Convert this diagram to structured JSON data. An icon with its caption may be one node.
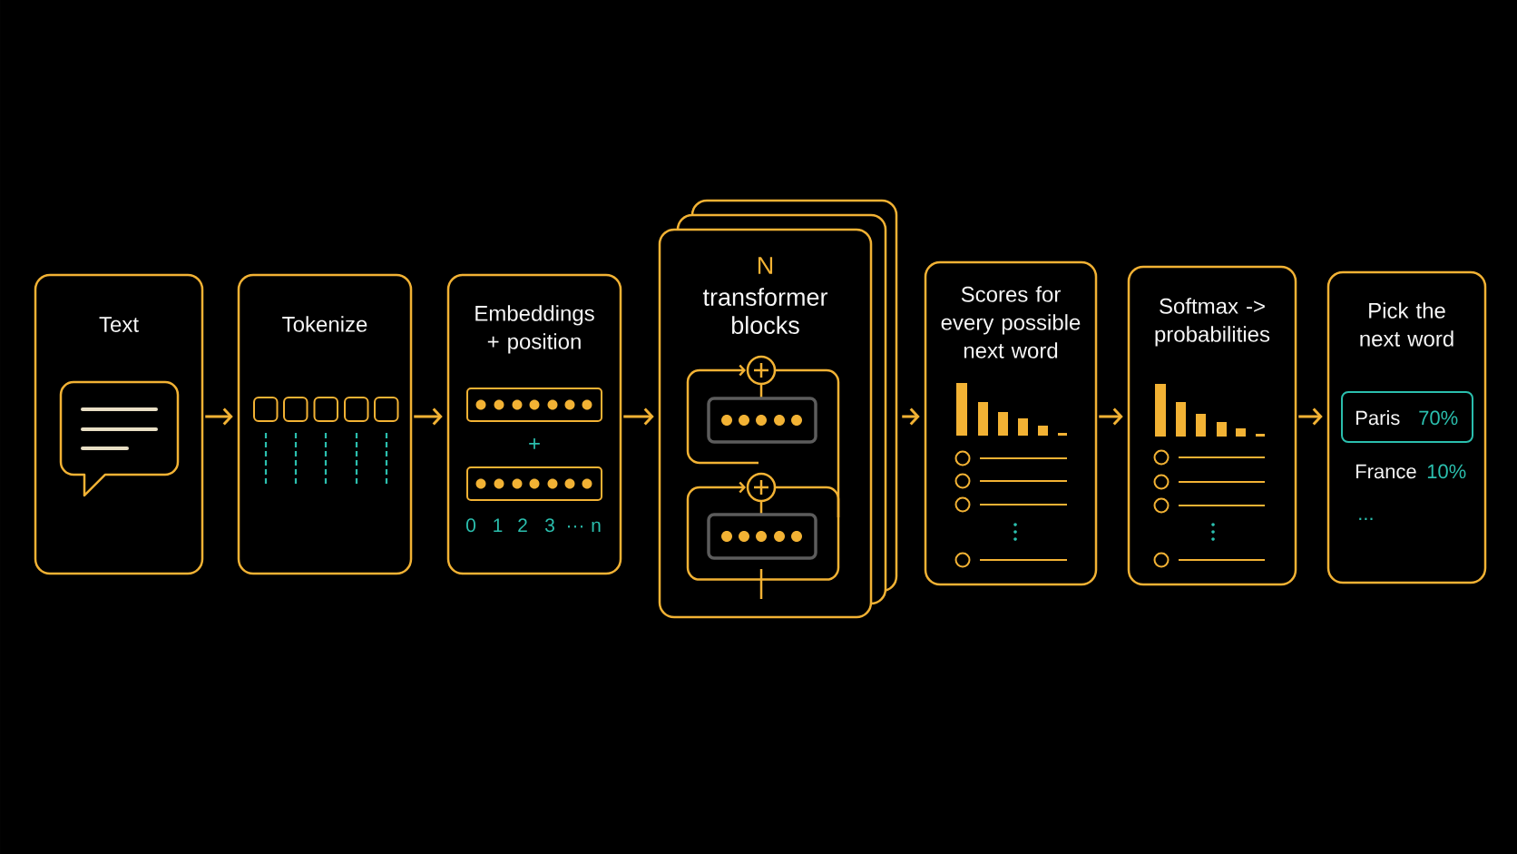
{
  "diagram": {
    "nodes": [
      {
        "text": [
          "Text"
        ]
      },
      {
        "text": [
          "Tokenize"
        ]
      },
      {
        "text": [
          "Embeddings + position"
        ]
      },
      {
        "text": [
          "N",
          "transformer blocks"
        ]
      },
      {
        "text": [
          "Scores for every possible next word"
        ]
      },
      {
        "text": [
          "Softmax -> probabilities"
        ]
      },
      {
        "text": [
          "Pick the next word"
        ]
      },
      {
        "text": [
          "Paris",
          "70%"
        ],
        "in": 6
      }
    ],
    "edges": [
      {
        "from": 0,
        "to": 1,
        "arrow": "to"
      },
      {
        "from": 1,
        "to": 2,
        "arrow": "to"
      },
      {
        "from": 2,
        "to": 3,
        "arrow": "to"
      },
      {
        "from": 3,
        "to": 4,
        "arrow": "to"
      },
      {
        "from": 4,
        "to": 5,
        "arrow": "to"
      },
      {
        "from": 5,
        "to": 6,
        "arrow": "to"
      }
    ],
    "labels": [
      "+",
      "0",
      "1",
      "2",
      "3",
      "···",
      "n",
      "France",
      "10%",
      "..."
    ]
  }
}
